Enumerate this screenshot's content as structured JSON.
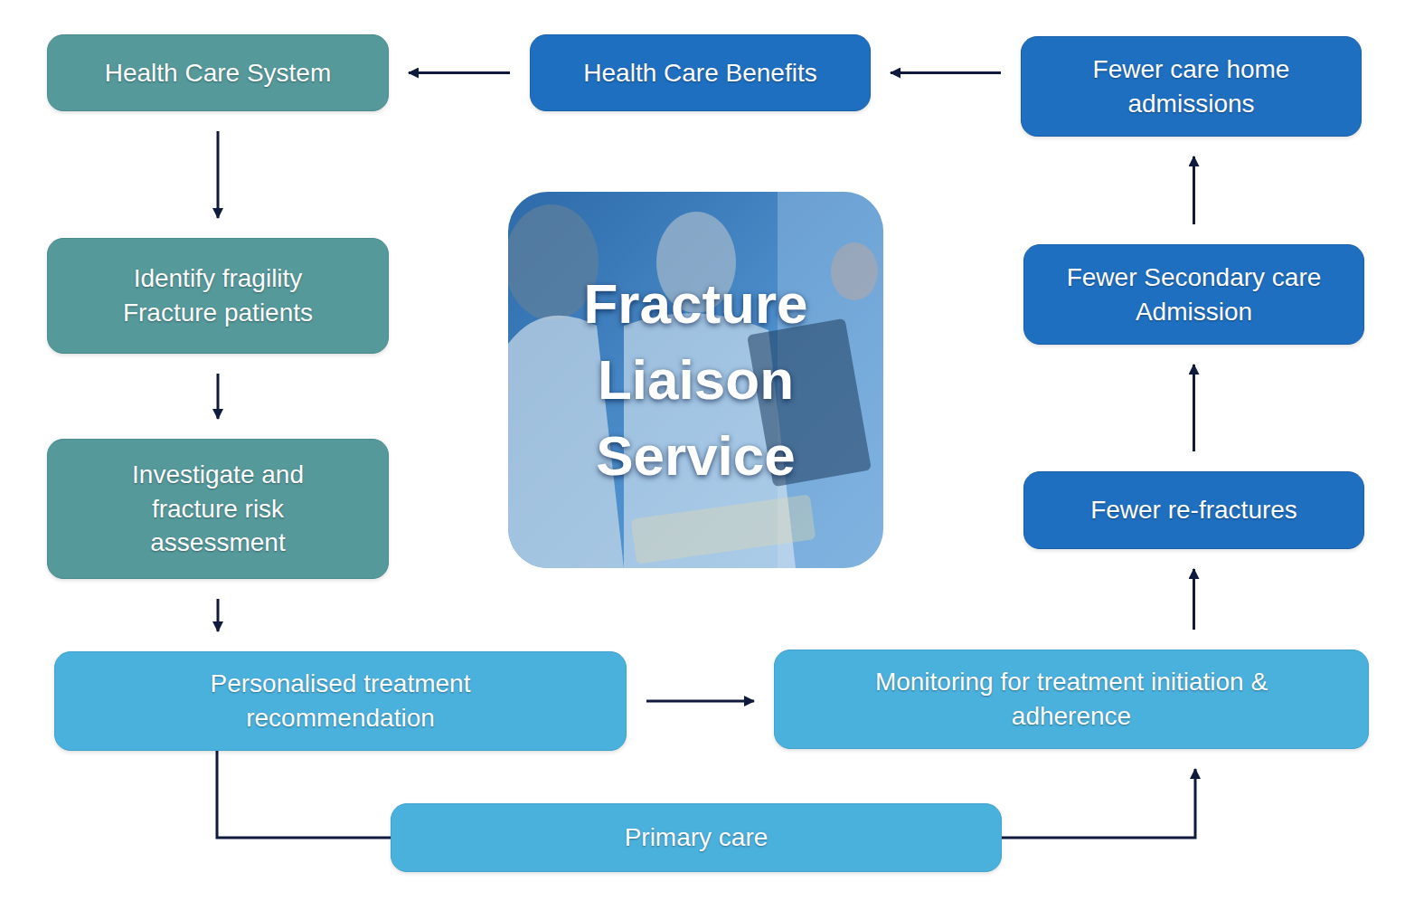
{
  "diagram": {
    "nodes": [
      {
        "text": [
          "Health Care System"
        ]
      },
      {
        "text": [
          "Health Care Benefits"
        ]
      },
      {
        "text": [
          "Fewer care home admissions"
        ]
      },
      {
        "text": [
          "Fracture Liaison Service"
        ]
      },
      {
        "text": [
          "Identify fragility Fracture patients"
        ]
      },
      {
        "text": [
          "Fewer Secondary care Admission"
        ]
      },
      {
        "text": [
          "Investigate and fracture risk assessment"
        ]
      },
      {
        "text": [
          "Fewer re-fractures"
        ]
      },
      {
        "text": [
          "Personalised treatment recommendation"
        ]
      },
      {
        "text": [
          "Monitoring for treatment initiation & adherence"
        ]
      },
      {
        "text": [
          "Primary care"
        ]
      }
    ],
    "edges": [
      {
        "from": 1,
        "to": 0,
        "arrow": "to"
      },
      {
        "from": 2,
        "to": 1,
        "arrow": "to"
      },
      {
        "from": 0,
        "to": 4,
        "arrow": "to"
      },
      {
        "from": 4,
        "to": 6,
        "arrow": "to"
      },
      {
        "from": 6,
        "to": 8,
        "arrow": "to"
      },
      {
        "from": 8,
        "to": 9,
        "arrow": "to"
      },
      {
        "from": 8,
        "to": 10,
        "arrow": "none"
      },
      {
        "from": 10,
        "to": 9,
        "arrow": "to"
      },
      {
        "from": 9,
        "to": 7,
        "arrow": "to"
      },
      {
        "from": 7,
        "to": 5,
        "arrow": "to"
      },
      {
        "from": 5,
        "to": 2,
        "arrow": "to"
      }
    ]
  }
}
